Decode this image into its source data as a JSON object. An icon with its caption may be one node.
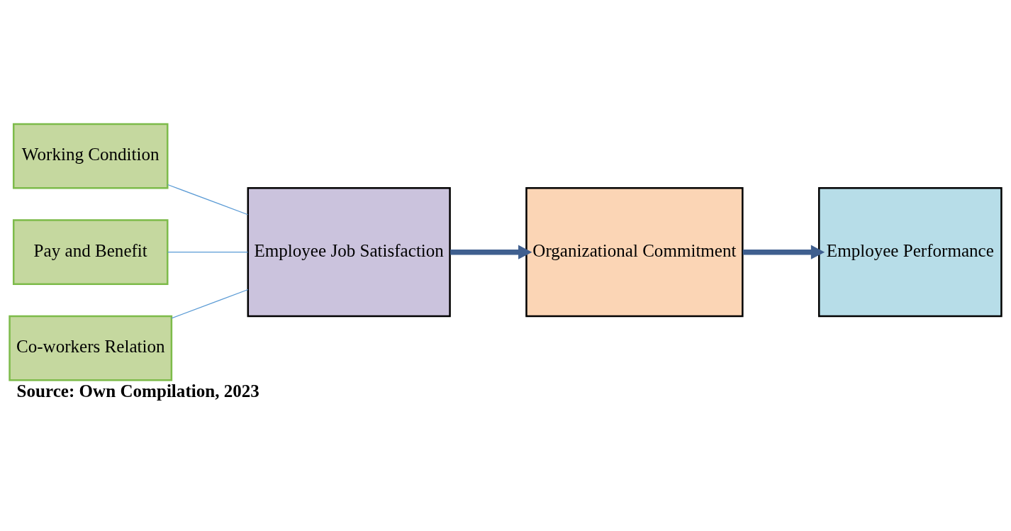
{
  "diagram": {
    "caption": "Source: Own Compilation, 2023",
    "nodes": [
      {
        "text": [
          "Working Condition"
        ]
      },
      {
        "text": [
          "Pay and Benefit"
        ]
      },
      {
        "text": [
          "Co-workers Relation"
        ]
      },
      {
        "text": [
          "Employee Job Satisfaction"
        ]
      },
      {
        "text": [
          "Organizational Commitment"
        ]
      },
      {
        "text": [
          "Employee Performance"
        ]
      }
    ],
    "edges": [
      {
        "from": 0,
        "to": 3,
        "arrow": "none"
      },
      {
        "from": 1,
        "to": 3,
        "arrow": "none"
      },
      {
        "from": 2,
        "to": 3,
        "arrow": "none"
      },
      {
        "from": 3,
        "to": 4,
        "arrow": "to",
        "style": "thick",
        "color": "#3f5f8f"
      },
      {
        "from": 4,
        "to": 5,
        "arrow": "to",
        "style": "thick",
        "color": "#3f5f8f"
      }
    ]
  }
}
